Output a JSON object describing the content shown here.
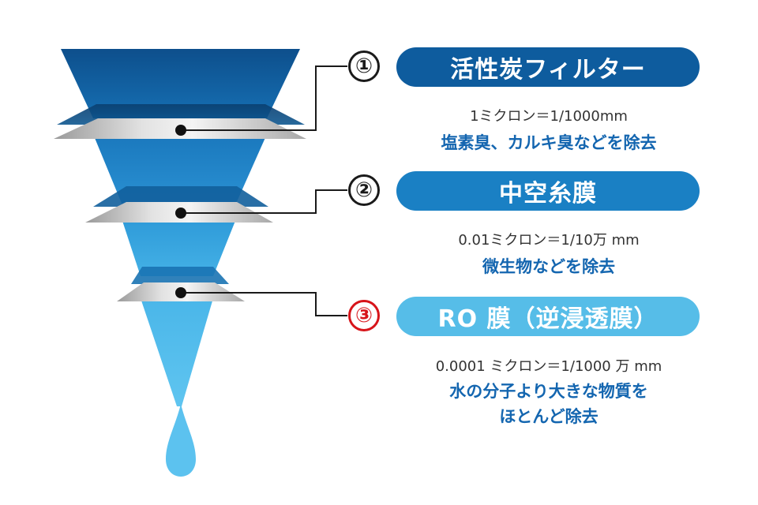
{
  "layers": [
    {
      "number": "①",
      "name": "活性炭フィルター",
      "spec": "1ミクロン＝1/1000mm",
      "description": "塩素臭、カルキ臭などを除去",
      "pill_color": "#0e5c9e",
      "badge_color": "#1a1a1a"
    },
    {
      "number": "②",
      "name": "中空糸膜",
      "spec": "0.01ミクロン＝1/10万 mm",
      "description": "微生物などを除去",
      "pill_color": "#1a80c4",
      "badge_color": "#1a1a1a"
    },
    {
      "number": "③",
      "name": "RO 膜（逆浸透膜）",
      "spec": "0.0001 ミクロン＝1/1000 万 mm",
      "description_lines": [
        "水の分子より大きな物質を",
        "ほとんど除去"
      ],
      "pill_color": "#56bde8",
      "badge_color": "#d7141a"
    }
  ],
  "funnel_colors": [
    "#0e5c9e",
    "#1b82c6",
    "#37a6e0",
    "#5bc3ef"
  ]
}
